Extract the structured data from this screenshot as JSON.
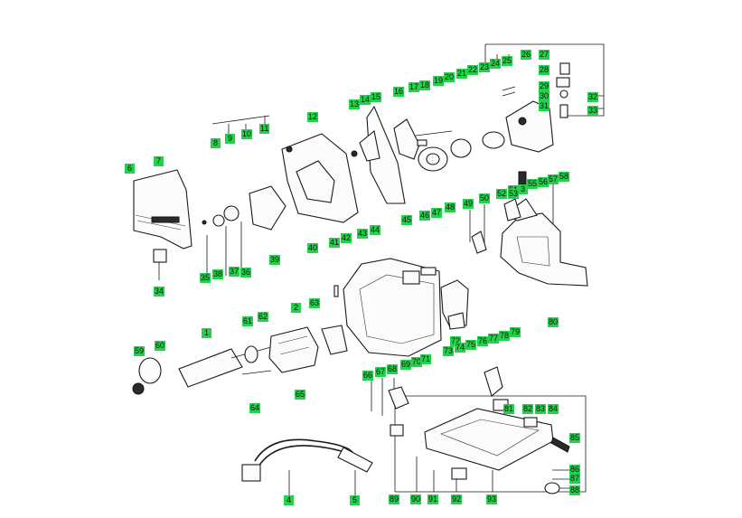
{
  "diagram": {
    "labels": [
      "1",
      "2",
      "3",
      "4",
      "5",
      "6",
      "7",
      "8",
      "9",
      "10",
      "11",
      "12",
      "13",
      "14",
      "15",
      "16",
      "17",
      "18",
      "19",
      "20",
      "21",
      "22",
      "23",
      "24",
      "25",
      "26",
      "27",
      "28",
      "29",
      "30",
      "31",
      "32",
      "33",
      "34",
      "35",
      "36",
      "37",
      "38",
      "39",
      "40",
      "41",
      "42",
      "43",
      "44",
      "45",
      "46",
      "47",
      "48",
      "49",
      "50",
      "51",
      "52",
      "53",
      "55",
      "56",
      "57",
      "58",
      "59",
      "60",
      "61",
      "62",
      "63",
      "64",
      "65",
      "66",
      "67",
      "68",
      "69",
      "70",
      "71",
      "72",
      "73",
      "74",
      "75",
      "76",
      "77",
      "78",
      "79",
      "80",
      "81",
      "82",
      "83",
      "84",
      "85",
      "86",
      "87",
      "88",
      "89",
      "90",
      "91",
      "92",
      "93"
    ]
  }
}
